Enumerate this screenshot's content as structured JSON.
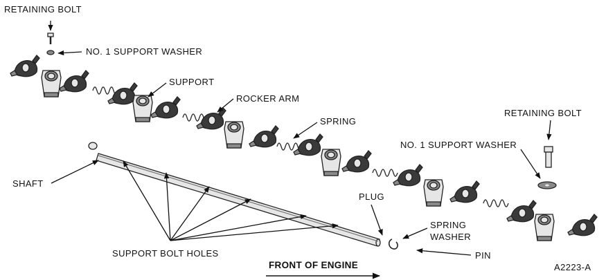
{
  "labels": {
    "retaining_bolt_top": "RETAINING BOLT",
    "support_washer_top": "NO. 1 SUPPORT WASHER",
    "support": "SUPPORT",
    "rocker_arm": "ROCKER ARM",
    "spring": "SPRING",
    "retaining_bolt_right": "RETAINING BOLT",
    "support_washer_right": "NO. 1 SUPPORT WASHER",
    "shaft": "SHAFT",
    "plug": "PLUG",
    "spring_washer": "SPRING\nWASHER",
    "pin": "PIN",
    "support_bolt_holes": "SUPPORT BOLT HOLES",
    "front_of_engine": "FRONT OF ENGINE",
    "figure_code": "A2223-A"
  },
  "icons": {
    "rocker_arm": "rocker-arm-icon",
    "support": "support-bracket-icon",
    "spring": "coil-spring-icon",
    "bolt": "bolt-icon",
    "washer": "washer-icon",
    "shaft": "shaft-icon",
    "arrow": "arrow-icon"
  }
}
